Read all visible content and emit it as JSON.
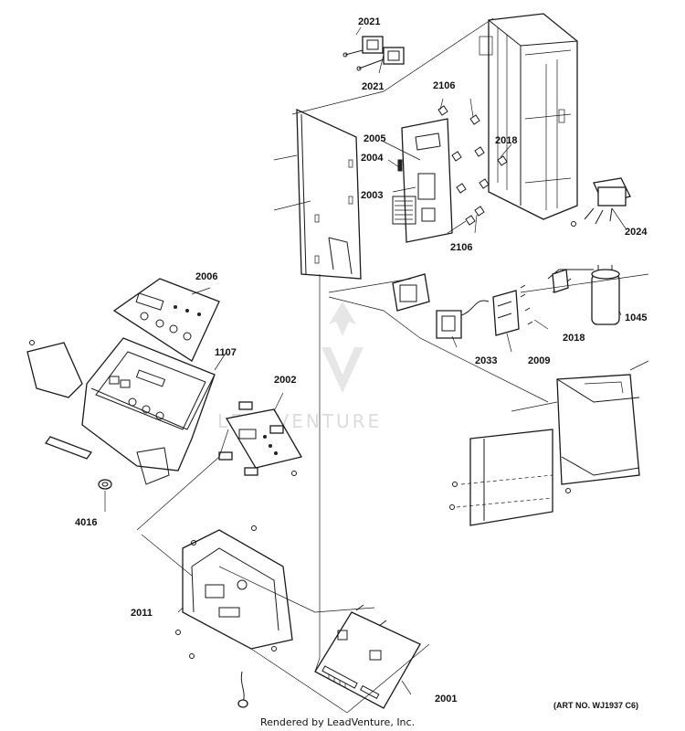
{
  "labels": {
    "p2021a": "2021",
    "p2021b": "2021",
    "p2106a": "2106",
    "p2106b": "2106",
    "p2005": "2005",
    "p2004": "2004",
    "p2003": "2003",
    "p2018a": "2018",
    "p2018b": "2018",
    "p2024": "2024",
    "p1045": "1045",
    "p2033": "2033",
    "p2009": "2009",
    "p2006": "2006",
    "p1107": "1107",
    "p2002": "2002",
    "p4016": "4016",
    "p2011": "2011",
    "p2001": "2001"
  },
  "footer": {
    "rendered_by": "Rendered by LeadVenture, Inc.",
    "art_no": "(ART NO. WJ1937 C6)"
  },
  "watermark": {
    "text": "LEADVENTURE"
  }
}
